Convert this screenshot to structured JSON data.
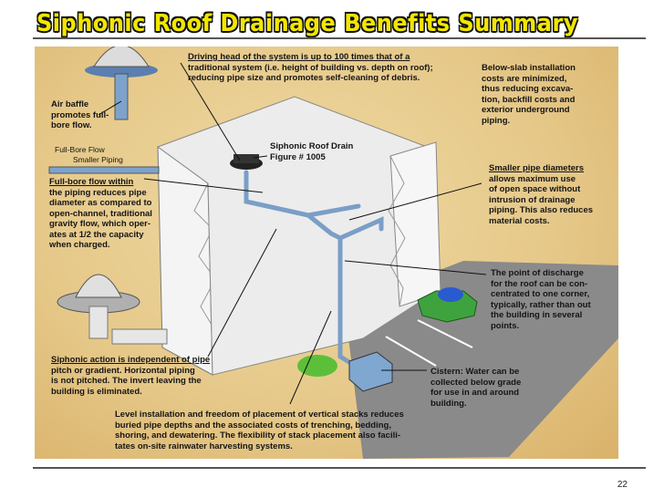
{
  "title": "Siphonic Roof Drainage Benefits Summary",
  "page_number": "22",
  "colors": {
    "title": "#f2e600",
    "background": "#e6c98a",
    "pipe": "#8fb3d9",
    "car": "#3ea33e"
  },
  "callouts": {
    "driving_head": {
      "lines": [
        "Driving head of the system is up to 100 times that of a",
        "traditional system (i.e. height of building vs. depth on roof);",
        "reducing pipe size and promotes self-cleaning of debris."
      ]
    },
    "below_slab": {
      "lines": [
        "Below-slab installation",
        "costs are minimized,",
        "thus reducing excava-",
        "tion, backfill costs and",
        "exterior underground",
        "piping."
      ]
    },
    "air_baffle": {
      "lines": [
        "Air baffle",
        "promotes full-",
        "bore flow."
      ]
    },
    "full_bore_flow_label": "Full-Bore Flow",
    "smaller_piping_label": "Smaller Piping",
    "drain_label": {
      "lines": [
        "Siphonic Roof Drain",
        "Figure # 1005"
      ]
    },
    "full_bore_within": {
      "lines": [
        "Full-bore flow within",
        "the piping reduces pipe",
        "diameter as compared to",
        "open-channel, traditional",
        "gravity flow, which oper-",
        "ates at 1/2 the capacity",
        "when charged."
      ]
    },
    "smaller_diameters": {
      "lines": [
        "Smaller pipe diameters",
        "allows maximum use",
        "of open space without",
        "intrusion of drainage",
        "piping. This also reduces",
        "material costs."
      ]
    },
    "discharge": {
      "lines": [
        "The point of discharge",
        "for the roof can be con-",
        "centrated to one corner,",
        "typically, rather than out",
        "the building in several",
        "points."
      ]
    },
    "siphonic_action": {
      "lines": [
        "Siphonic action is independent of pipe",
        "pitch or gradient. Horizontal piping",
        "is not pitched. The invert leaving the",
        "building is eliminated."
      ]
    },
    "cistern": {
      "lines": [
        "Cistern: Water can be",
        "collected below grade",
        "for use in and around",
        "building."
      ]
    },
    "level_install": {
      "lines": [
        "Level installation and freedom of placement of vertical stacks reduces",
        "buried pipe depths and the associated costs of trenching, bedding,",
        "shoring, and dewatering. The flexibility of stack placement also facili-",
        "tates on-site rainwater harvesting systems."
      ]
    }
  }
}
